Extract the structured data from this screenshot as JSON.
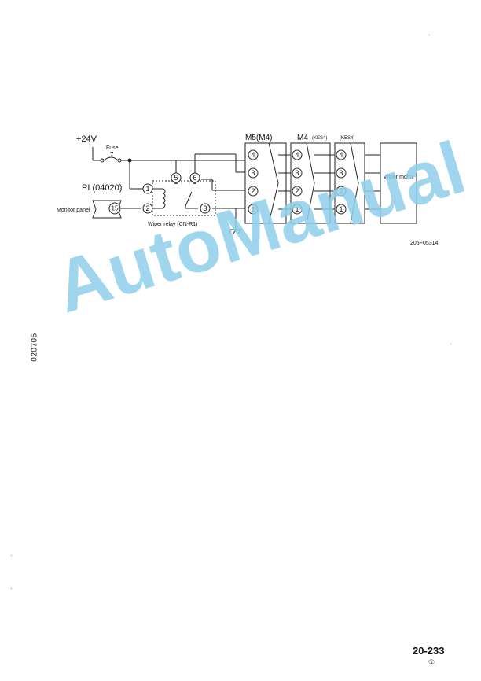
{
  "diagram": {
    "supply_label": "+24V",
    "fuse_label": "Fuse",
    "fuse_number": "7",
    "connector_p1_label": "PI (04020)",
    "monitor_panel_label": "Monitor panel",
    "monitor_pin": "15",
    "relay_label": "Wiper relay (CN-R1)",
    "relay_pins": [
      "1",
      "2",
      "3",
      "5",
      "6"
    ],
    "connector_m5_label": "M5(M4)",
    "connector_m4_label": "M4",
    "connector_m4_sub": "(KES4)",
    "connector_kes4_label": "(KES4)",
    "connector_pins": [
      "4",
      "3",
      "2",
      "1"
    ],
    "wiper_motor_label": "Wiper motor",
    "figure_code": "205F05314"
  },
  "side_code": "020705",
  "watermark": "AutoManual",
  "page_number": "20-233",
  "revision_mark": "①"
}
